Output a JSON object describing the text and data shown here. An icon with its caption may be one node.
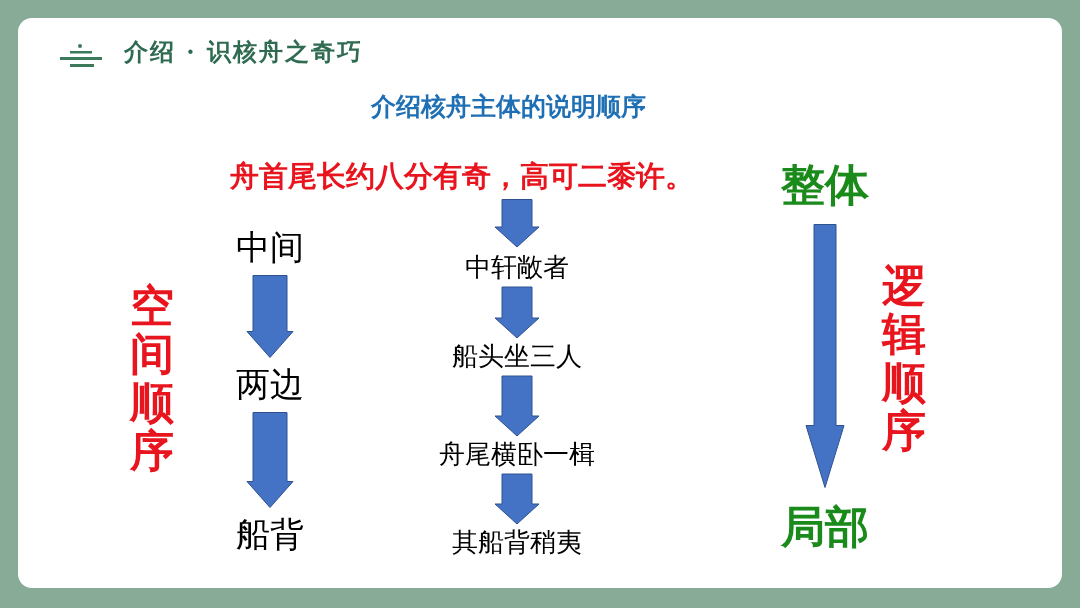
{
  "diagram": {
    "title": "介绍核舟主体的说明顺序",
    "nodes": [
      {
        "text": [
          "中间"
        ]
      },
      {
        "text": [
          "两边"
        ]
      },
      {
        "text": [
          "船背"
        ]
      },
      {
        "text": [
          "舟首尾长约八分有奇，高可二黍许。"
        ]
      },
      {
        "text": [
          "中轩敞者"
        ]
      },
      {
        "text": [
          "船头坐三人"
        ]
      },
      {
        "text": [
          "舟尾横卧一楫"
        ]
      },
      {
        "text": [
          "其船背稍夷"
        ]
      },
      {
        "text": [
          "整体"
        ]
      },
      {
        "text": [
          "局部"
        ]
      }
    ],
    "edges": [
      {
        "from": 0,
        "to": 1,
        "arrow": "to"
      },
      {
        "from": 1,
        "to": 2,
        "arrow": "to"
      },
      {
        "from": 3,
        "to": 4,
        "arrow": "to"
      },
      {
        "from": 4,
        "to": 5,
        "arrow": "to"
      },
      {
        "from": 5,
        "to": 6,
        "arrow": "to"
      },
      {
        "from": 6,
        "to": 7,
        "arrow": "to"
      },
      {
        "from": 8,
        "to": 9,
        "arrow": "to"
      }
    ],
    "labels": [
      "介绍 · 识核舟之奇巧",
      "空间顺序",
      "逻辑顺序"
    ]
  }
}
